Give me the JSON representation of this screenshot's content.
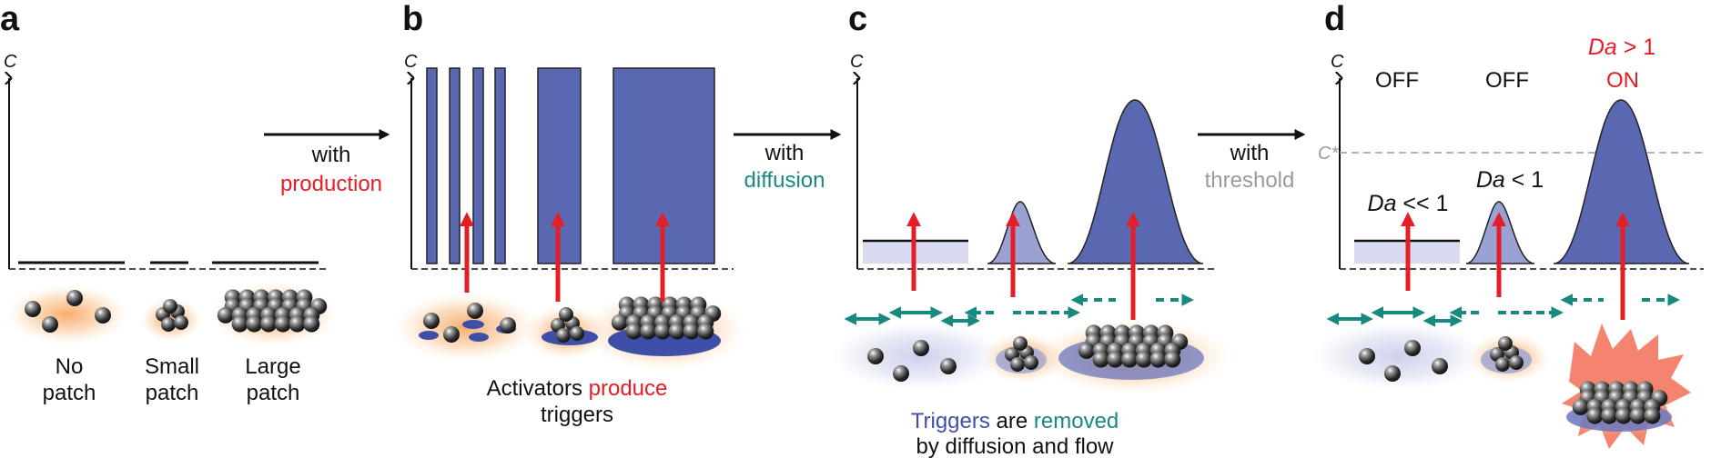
{
  "colors": {
    "black": "#111111",
    "red": "#e31e26",
    "teal": "#18897f",
    "blue": "#5a67b1",
    "light_blue": "#9aa2d4",
    "lavender": "#d8dbf0",
    "grey": "#9a9a9a",
    "orange_glow": "#f7a35c",
    "burst": "#f26e56"
  },
  "panels": {
    "a": {
      "letter": "a",
      "axis_label": "C",
      "labels": [
        {
          "line1": "No",
          "line2": "patch"
        },
        {
          "line1": "Small",
          "line2": "patch"
        },
        {
          "line1": "Large",
          "line2": "patch"
        }
      ]
    },
    "b": {
      "letter": "b",
      "axis_label": "C",
      "caption_part1": "Activators ",
      "caption_part2": "produce",
      "caption_line2": "triggers"
    },
    "c": {
      "letter": "c",
      "axis_label": "C",
      "caption_part1": "Triggers",
      "caption_part2": " are ",
      "caption_part3": "removed",
      "caption_line2": "by diffusion and flow"
    },
    "d": {
      "letter": "d",
      "axis_label": "C",
      "threshold_label": "C*",
      "states": [
        {
          "state": "OFF",
          "da_italic": "Da",
          "da_rest": " << 1"
        },
        {
          "state": "OFF",
          "da_italic": "Da",
          "da_rest": " < 1"
        },
        {
          "state": "ON",
          "da_italic": "Da",
          "da_rest": " > 1"
        }
      ]
    }
  },
  "transitions": [
    {
      "line1": "with",
      "line2": "production"
    },
    {
      "line1": "with",
      "line2": "diffusion"
    },
    {
      "line1": "with",
      "line2": "threshold"
    }
  ]
}
